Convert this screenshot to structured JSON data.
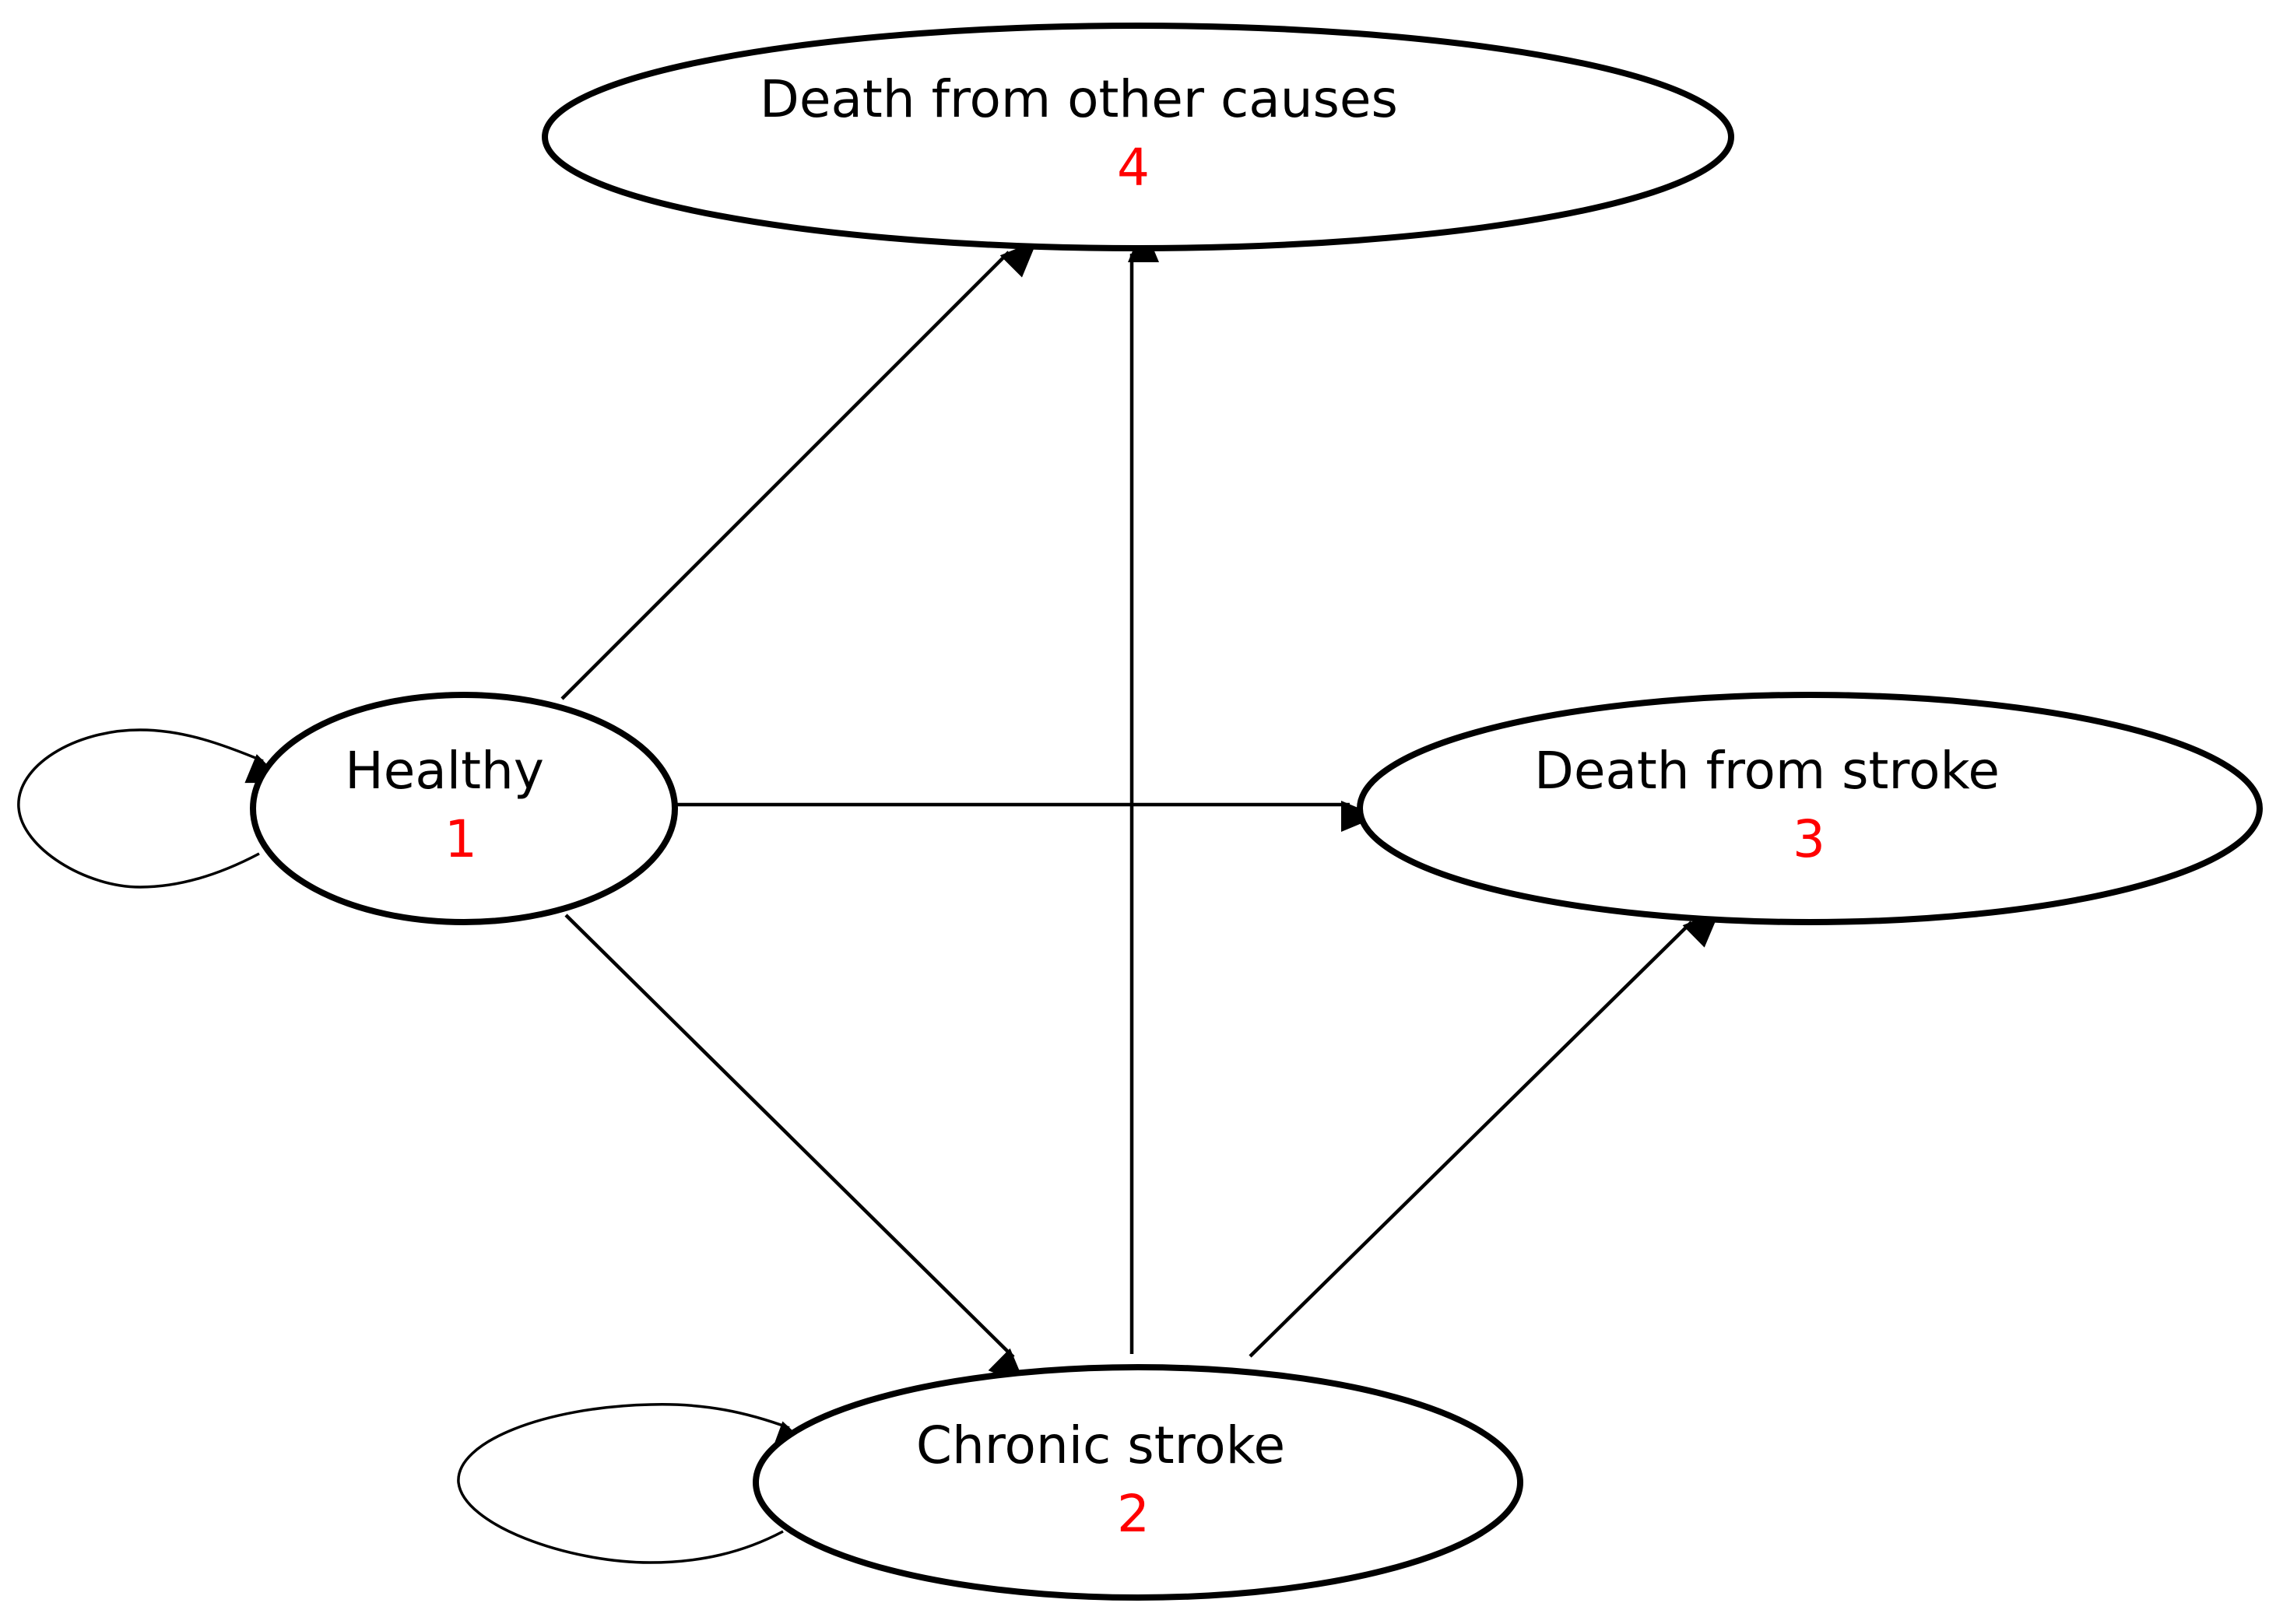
{
  "diagram": {
    "type": "state-transition",
    "colors": {
      "line": "#000000",
      "state_number": "#ff0000",
      "background": "#ffffff"
    },
    "states": {
      "healthy": {
        "label": "Healthy",
        "number": "1"
      },
      "chronic_stroke": {
        "label": "Chronic stroke",
        "number": "2"
      },
      "death_stroke": {
        "label": "Death from stroke",
        "number": "3"
      },
      "death_other": {
        "label": "Death from other causes",
        "number": "4"
      }
    },
    "transitions": [
      {
        "from": "Healthy",
        "to": "Healthy"
      },
      {
        "from": "Healthy",
        "to": "Chronic stroke"
      },
      {
        "from": "Healthy",
        "to": "Death from stroke"
      },
      {
        "from": "Healthy",
        "to": "Death from other causes"
      },
      {
        "from": "Chronic stroke",
        "to": "Chronic stroke"
      },
      {
        "from": "Chronic stroke",
        "to": "Death from stroke"
      },
      {
        "from": "Chronic stroke",
        "to": "Death from other causes"
      }
    ]
  }
}
